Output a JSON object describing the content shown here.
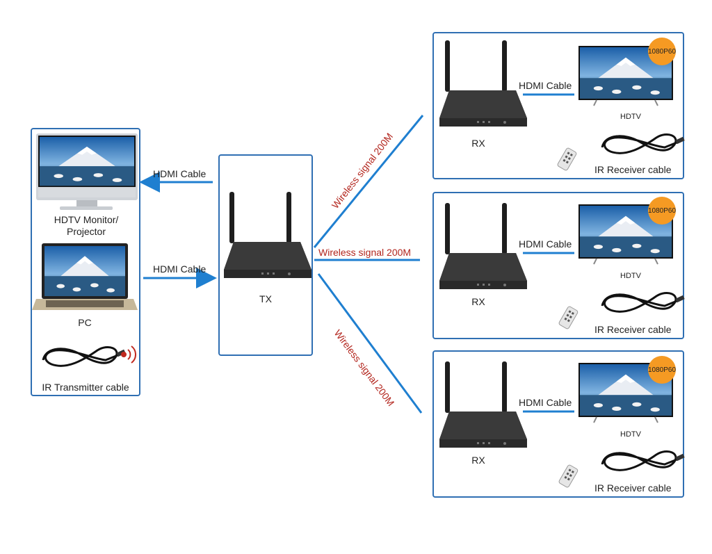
{
  "source": {
    "monitor_label_line1": "HDTV Monitor/",
    "monitor_label_line2": "Projector",
    "pc_label": "PC",
    "ir_tx_label": "IR Transmitter cable"
  },
  "links": {
    "to_monitor": "HDMI Cable",
    "from_pc": "HDMI Cable"
  },
  "tx": {
    "label": "TX"
  },
  "wireless": {
    "top": "Wireless signal 200M",
    "middle": "Wireless signal 200M",
    "bottom": "Wireless signal 200M"
  },
  "receivers": [
    {
      "rx_label": "RX",
      "hdmi_label": "HDMI Cable",
      "tv_label": "HDTV",
      "badge": "1080P60",
      "ir_label": "IR Receiver cable"
    },
    {
      "rx_label": "RX",
      "hdmi_label": "HDMI Cable",
      "tv_label": "HDTV",
      "badge": "1080P60",
      "ir_label": "IR Receiver cable"
    },
    {
      "rx_label": "RX",
      "hdmi_label": "HDMI Cable",
      "tv_label": "HDTV",
      "badge": "1080P60",
      "ir_label": "IR Receiver cable"
    }
  ],
  "colors": {
    "border": "#2f6fb3",
    "arrow": "#1f7fd0",
    "signal_text": "#b3261e",
    "badge": "#f59a23"
  }
}
